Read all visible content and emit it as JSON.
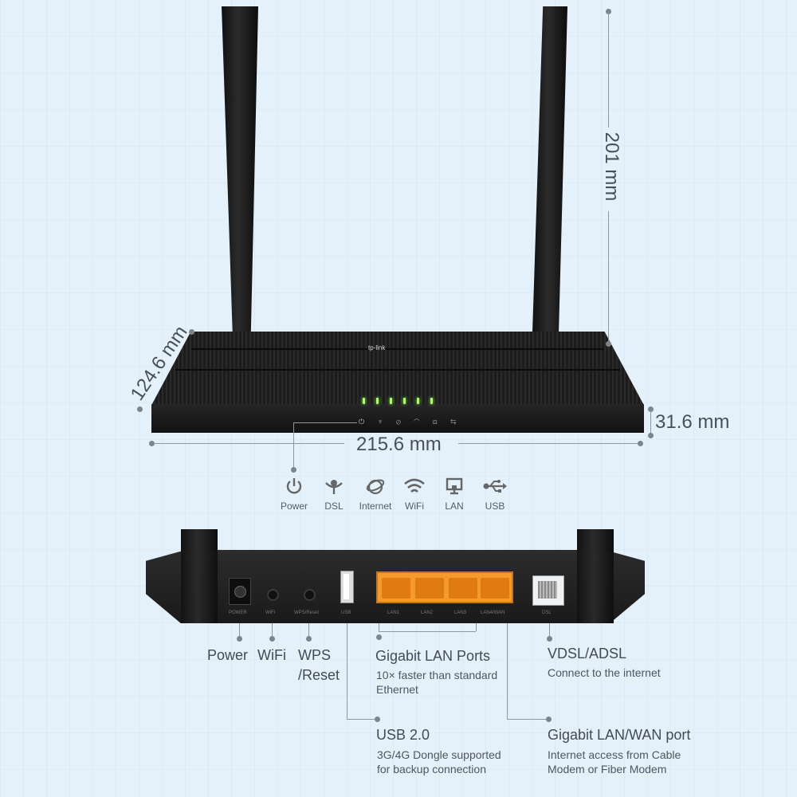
{
  "dimensions": {
    "height": "201 mm",
    "depth": "124.6 mm",
    "width": "215.6 mm",
    "thickness": "31.6 mm"
  },
  "led_indicators": [
    {
      "icon": "power-icon",
      "label": "Power"
    },
    {
      "icon": "dsl-icon",
      "label": "DSL"
    },
    {
      "icon": "internet-icon",
      "label": "Internet"
    },
    {
      "icon": "wifi-icon",
      "label": "WiFi"
    },
    {
      "icon": "lan-icon",
      "label": "LAN"
    },
    {
      "icon": "usb-icon",
      "label": "USB"
    }
  ],
  "rear_panel_labels": [
    "POWER",
    "WiFi",
    "WPS/Reset",
    "USB",
    "LAN1",
    "LAN2",
    "LAN3",
    "LAN4/WAN",
    "DSL"
  ],
  "callouts": {
    "power": {
      "title": "Power"
    },
    "wifi": {
      "title": "WiFi"
    },
    "wps": {
      "title": "WPS",
      "title2": "/Reset"
    },
    "lan": {
      "title": "Gigabit LAN Ports",
      "desc1": "10× faster than standard",
      "desc2": "Ethernet"
    },
    "usb": {
      "title": "USB 2.0",
      "desc1": "3G/4G Dongle supported",
      "desc2": "for backup connection"
    },
    "dsl": {
      "title": "VDSL/ADSL",
      "desc1": "Connect to the internet"
    },
    "wan": {
      "title": "Gigabit LAN/WAN port",
      "desc1": "Internet access from Cable",
      "desc2": "Modem or Fiber Modem"
    }
  },
  "brand_logo": "tp-link",
  "colors": {
    "background": "#e4f1fb",
    "router": "#1c1c1c",
    "lan_ports": "#f59b2d",
    "led": "#a8ff6a"
  }
}
